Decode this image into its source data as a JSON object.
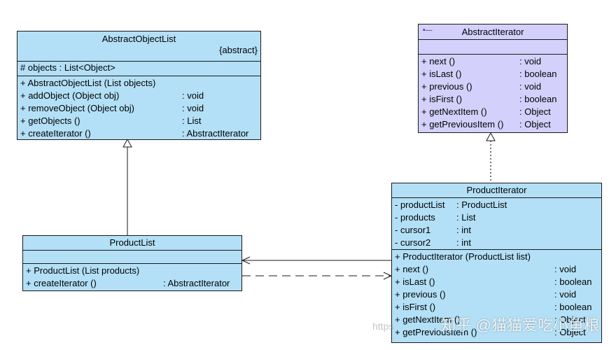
{
  "abstract_object_list": {
    "title": "AbstractObjectList",
    "stereotype": "{abstract}",
    "attributes": [
      {
        "name": "# objects : List<Object>",
        "type": ""
      }
    ],
    "operations": [
      {
        "name": "+ AbstractObjectList (List objects)",
        "type": ""
      },
      {
        "name": "+ addObject (Object obj)",
        "type": ": void"
      },
      {
        "name": "+ removeObject (Object obj)",
        "type": ": void"
      },
      {
        "name": "+ getObjects ()",
        "type": ": List"
      },
      {
        "name": "+ createIterator ()",
        "type": ": AbstractIterator"
      }
    ]
  },
  "abstract_iterator": {
    "title": "AbstractIterator",
    "operations": [
      {
        "name": "+ next ()",
        "type": ": void"
      },
      {
        "name": "+ isLast ()",
        "type": ": boolean"
      },
      {
        "name": "+ previous ()",
        "type": ": void"
      },
      {
        "name": "+ isFirst ()",
        "type": ": boolean"
      },
      {
        "name": "+ getNextItem ()",
        "type": ": Object"
      },
      {
        "name": "+ getPreviousItem ()",
        "type": ": Object"
      }
    ]
  },
  "product_list": {
    "title": "ProductList",
    "operations": [
      {
        "name": "+ ProductList (List products)",
        "type": ""
      },
      {
        "name": "+ createIterator ()",
        "type": ": AbstractIterator"
      }
    ]
  },
  "product_iterator": {
    "title": "ProductIterator",
    "attributes": [
      {
        "name": "- productList",
        "type": ": ProductList"
      },
      {
        "name": "- products",
        "type": ": List"
      },
      {
        "name": "- cursor1",
        "type": ": int"
      },
      {
        "name": "- cursor2",
        "type": ": int"
      }
    ],
    "operations": [
      {
        "name": "+ ProductIterator (ProductList list)",
        "type": ""
      },
      {
        "name": "+ next ()",
        "type": ": void"
      },
      {
        "name": "+ isLast ()",
        "type": ": boolean"
      },
      {
        "name": "+ previous ()",
        "type": ": void"
      },
      {
        "name": "+ isFirst ()",
        "type": ": boolean"
      },
      {
        "name": "+ getNextItem ()",
        "type": ": Object"
      },
      {
        "name": "+ getPreviousItem ()",
        "type": ": Object"
      }
    ]
  },
  "watermark": {
    "text": "知乎 @猫猫爱吃小鱼粮",
    "url": "https"
  },
  "colors": {
    "class_fill": "#b3e0f7",
    "interface_fill": "#d3d1fb"
  }
}
